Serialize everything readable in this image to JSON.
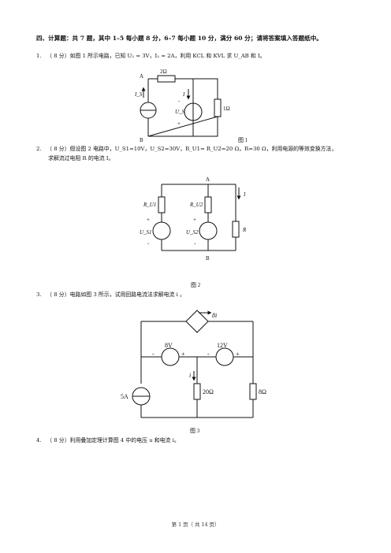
{
  "section": {
    "title": "四、计算题：共 7 题，其中 1–5 每小题 8 分，6–7 每小题 10 分，满分 60 分；请将答案填入答题纸中。"
  },
  "questions": [
    {
      "number": "1.",
      "text": "（ 8 分）如图 1 所示电路，已知 U₂ = 3V，I₂ = 2A，利用 KCL 和 KVL 求 U_AB 和 I。"
    },
    {
      "number": "2.",
      "text": "（ 8 分）假设图 2 电路中，U_S1=10V，U_S2=30V，R_U1= R_U2=20 Ω，R=30 Ω，利用电源的等效变换方法，",
      "text2": "求解流过电阻 R 的电流 I。"
    },
    {
      "number": "3.",
      "text": "（ 8 分）电路如图 3 所示，试用回路电流法求解电流 i 。"
    },
    {
      "number": "4.",
      "text": "（ 8 分）利用叠加定理计算图 4 中的电压 u 和电流 i。"
    }
  ],
  "figures": {
    "fig1": {
      "caption": "图 1",
      "labels": {
        "node_a": "A",
        "node_b": "B",
        "r_top": "2Ω",
        "r_right": "1Ω",
        "current_source": "I_S",
        "current_i": "I",
        "vs_label": "U_S",
        "minus": "-",
        "plus": "+"
      }
    },
    "fig2": {
      "caption": "图 2",
      "labels": {
        "node_a": "A",
        "node_b": "B",
        "ru1": "R_U1",
        "ru2": "R_U2",
        "us1": "U_S1",
        "us2": "U_S2",
        "r": "R",
        "current": "I",
        "plus": "+",
        "minus": "-"
      }
    },
    "fig3": {
      "caption": "图 3",
      "labels": {
        "dependent": "8i",
        "v1": "8V",
        "v2": "12V",
        "cs": "5A",
        "r1": "20Ω",
        "r2": "8Ω",
        "current": "i",
        "plus": "+",
        "minus": "-"
      }
    }
  },
  "footer": {
    "text": "第  1  页（  共  14  页）"
  }
}
